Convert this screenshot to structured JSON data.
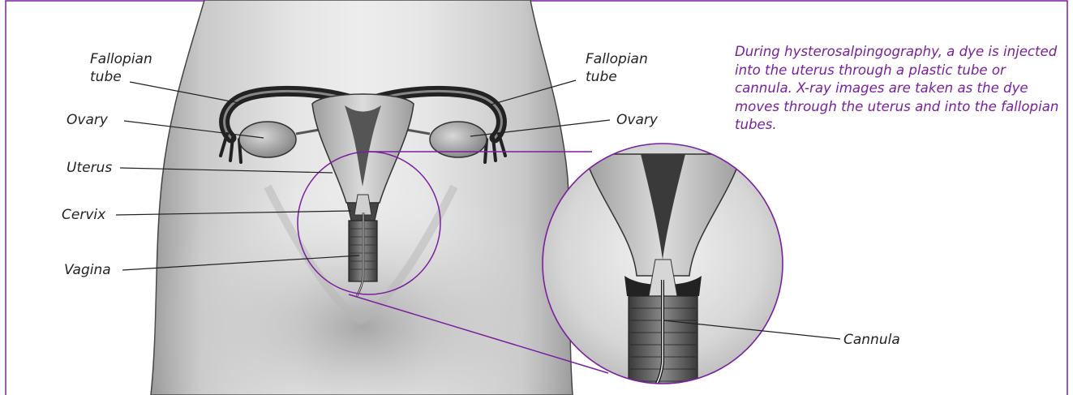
{
  "labels": {
    "fallopian_tube_left": "Fallopian tube",
    "fallopian_tube_right": "Fallopian tube",
    "ovary_left": "Ovary",
    "ovary_right": "Ovary",
    "uterus": "Uterus",
    "cervix": "Cervix",
    "vagina": "Vagina",
    "cannula": "Cannula"
  },
  "caption": "During hysterosalpingography, a dye is injected into the uterus through a plastic tube or cannula. X-ray images are taken as the dye moves through the uterus and into the fallopian tubes.",
  "colors": {
    "accent": "#7a1f9e",
    "frame": "#7a1f9e",
    "text": "#222222"
  }
}
